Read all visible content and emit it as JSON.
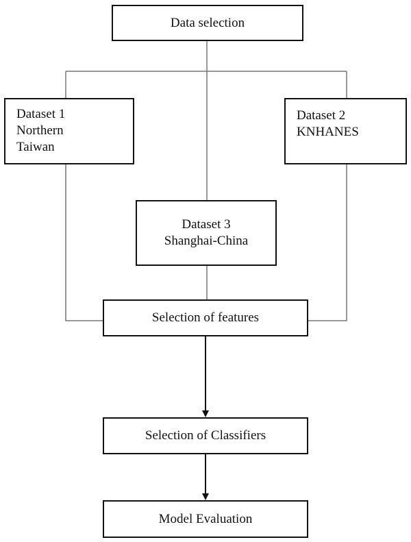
{
  "diagram": {
    "nodes": {
      "data_selection": {
        "lines": [
          "Data selection"
        ]
      },
      "dataset1": {
        "lines": [
          "Dataset 1",
          "Northern",
          "Taiwan"
        ]
      },
      "dataset2": {
        "lines": [
          "Dataset 2",
          "KNHANES"
        ]
      },
      "dataset3": {
        "lines": [
          "Dataset 3",
          "Shanghai-China"
        ]
      },
      "features": {
        "lines": [
          "Selection of features"
        ]
      },
      "classifiers": {
        "lines": [
          "Selection of Classifiers"
        ]
      },
      "evaluation": {
        "lines": [
          "Model Evaluation"
        ]
      }
    },
    "edges": [
      {
        "from": "data_selection",
        "to": "dataset1",
        "arrow": false
      },
      {
        "from": "data_selection",
        "to": "dataset2",
        "arrow": false
      },
      {
        "from": "data_selection",
        "to": "dataset3",
        "arrow": false
      },
      {
        "from": "dataset1",
        "to": "features",
        "arrow": false
      },
      {
        "from": "dataset2",
        "to": "features",
        "arrow": false
      },
      {
        "from": "dataset3",
        "to": "features",
        "arrow": false
      },
      {
        "from": "features",
        "to": "classifiers",
        "arrow": true
      },
      {
        "from": "classifiers",
        "to": "evaluation",
        "arrow": true
      }
    ],
    "colors": {
      "line": "#777777",
      "arrow": "#111111",
      "border": "#111111",
      "text": "#111111",
      "background": "#ffffff"
    }
  }
}
